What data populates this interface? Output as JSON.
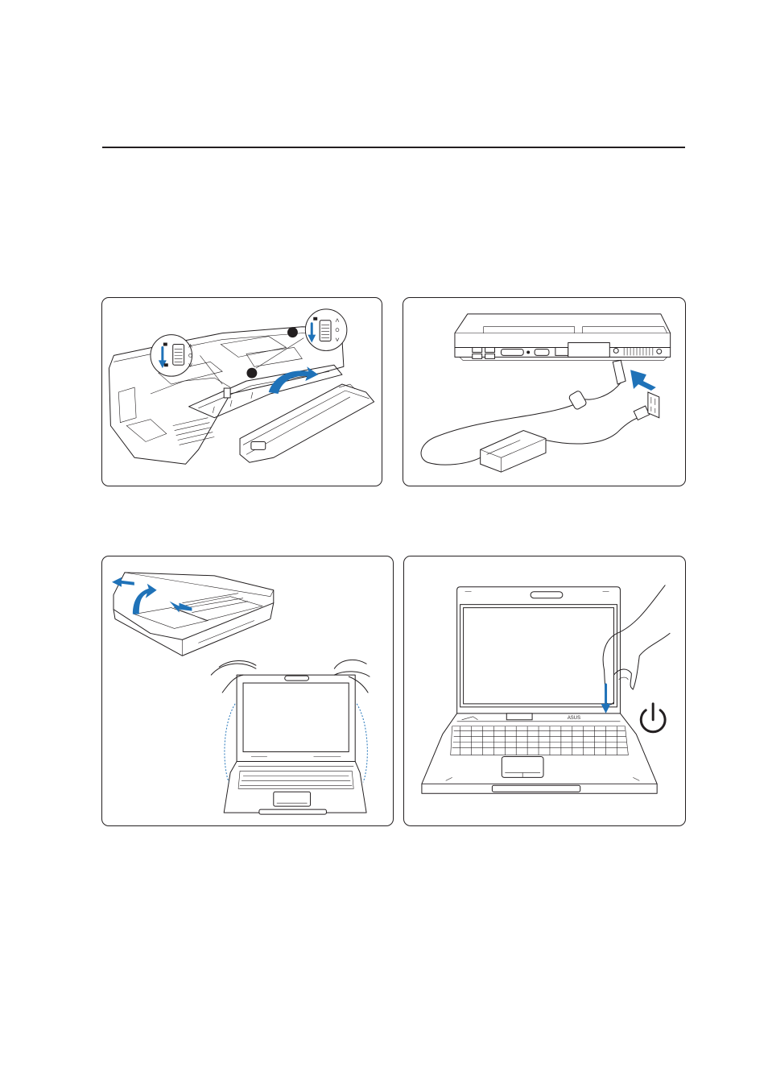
{
  "page": {
    "rule_color": "#231f20",
    "accent_color": "#1f72b8"
  },
  "figures": [
    {
      "id": "install-battery",
      "icons": [
        "laptop-underside-icon",
        "battery-pack-icon",
        "battery-lock-switch-icon",
        "step-marker-icon"
      ]
    },
    {
      "id": "connect-power-adapter",
      "icons": [
        "laptop-rear-ports-icon",
        "power-adapter-icon",
        "wall-outlet-icon",
        "insert-arrow-icon"
      ]
    },
    {
      "id": "open-display-panel",
      "icons": [
        "latch-slide-icon",
        "lift-lid-icon",
        "hands-opening-lid-icon"
      ]
    },
    {
      "id": "press-power-button",
      "icons": [
        "laptop-front-icon",
        "finger-press-icon",
        "power-symbol-icon"
      ]
    }
  ],
  "labels": {
    "brand_on_bezel": "ASUS"
  }
}
